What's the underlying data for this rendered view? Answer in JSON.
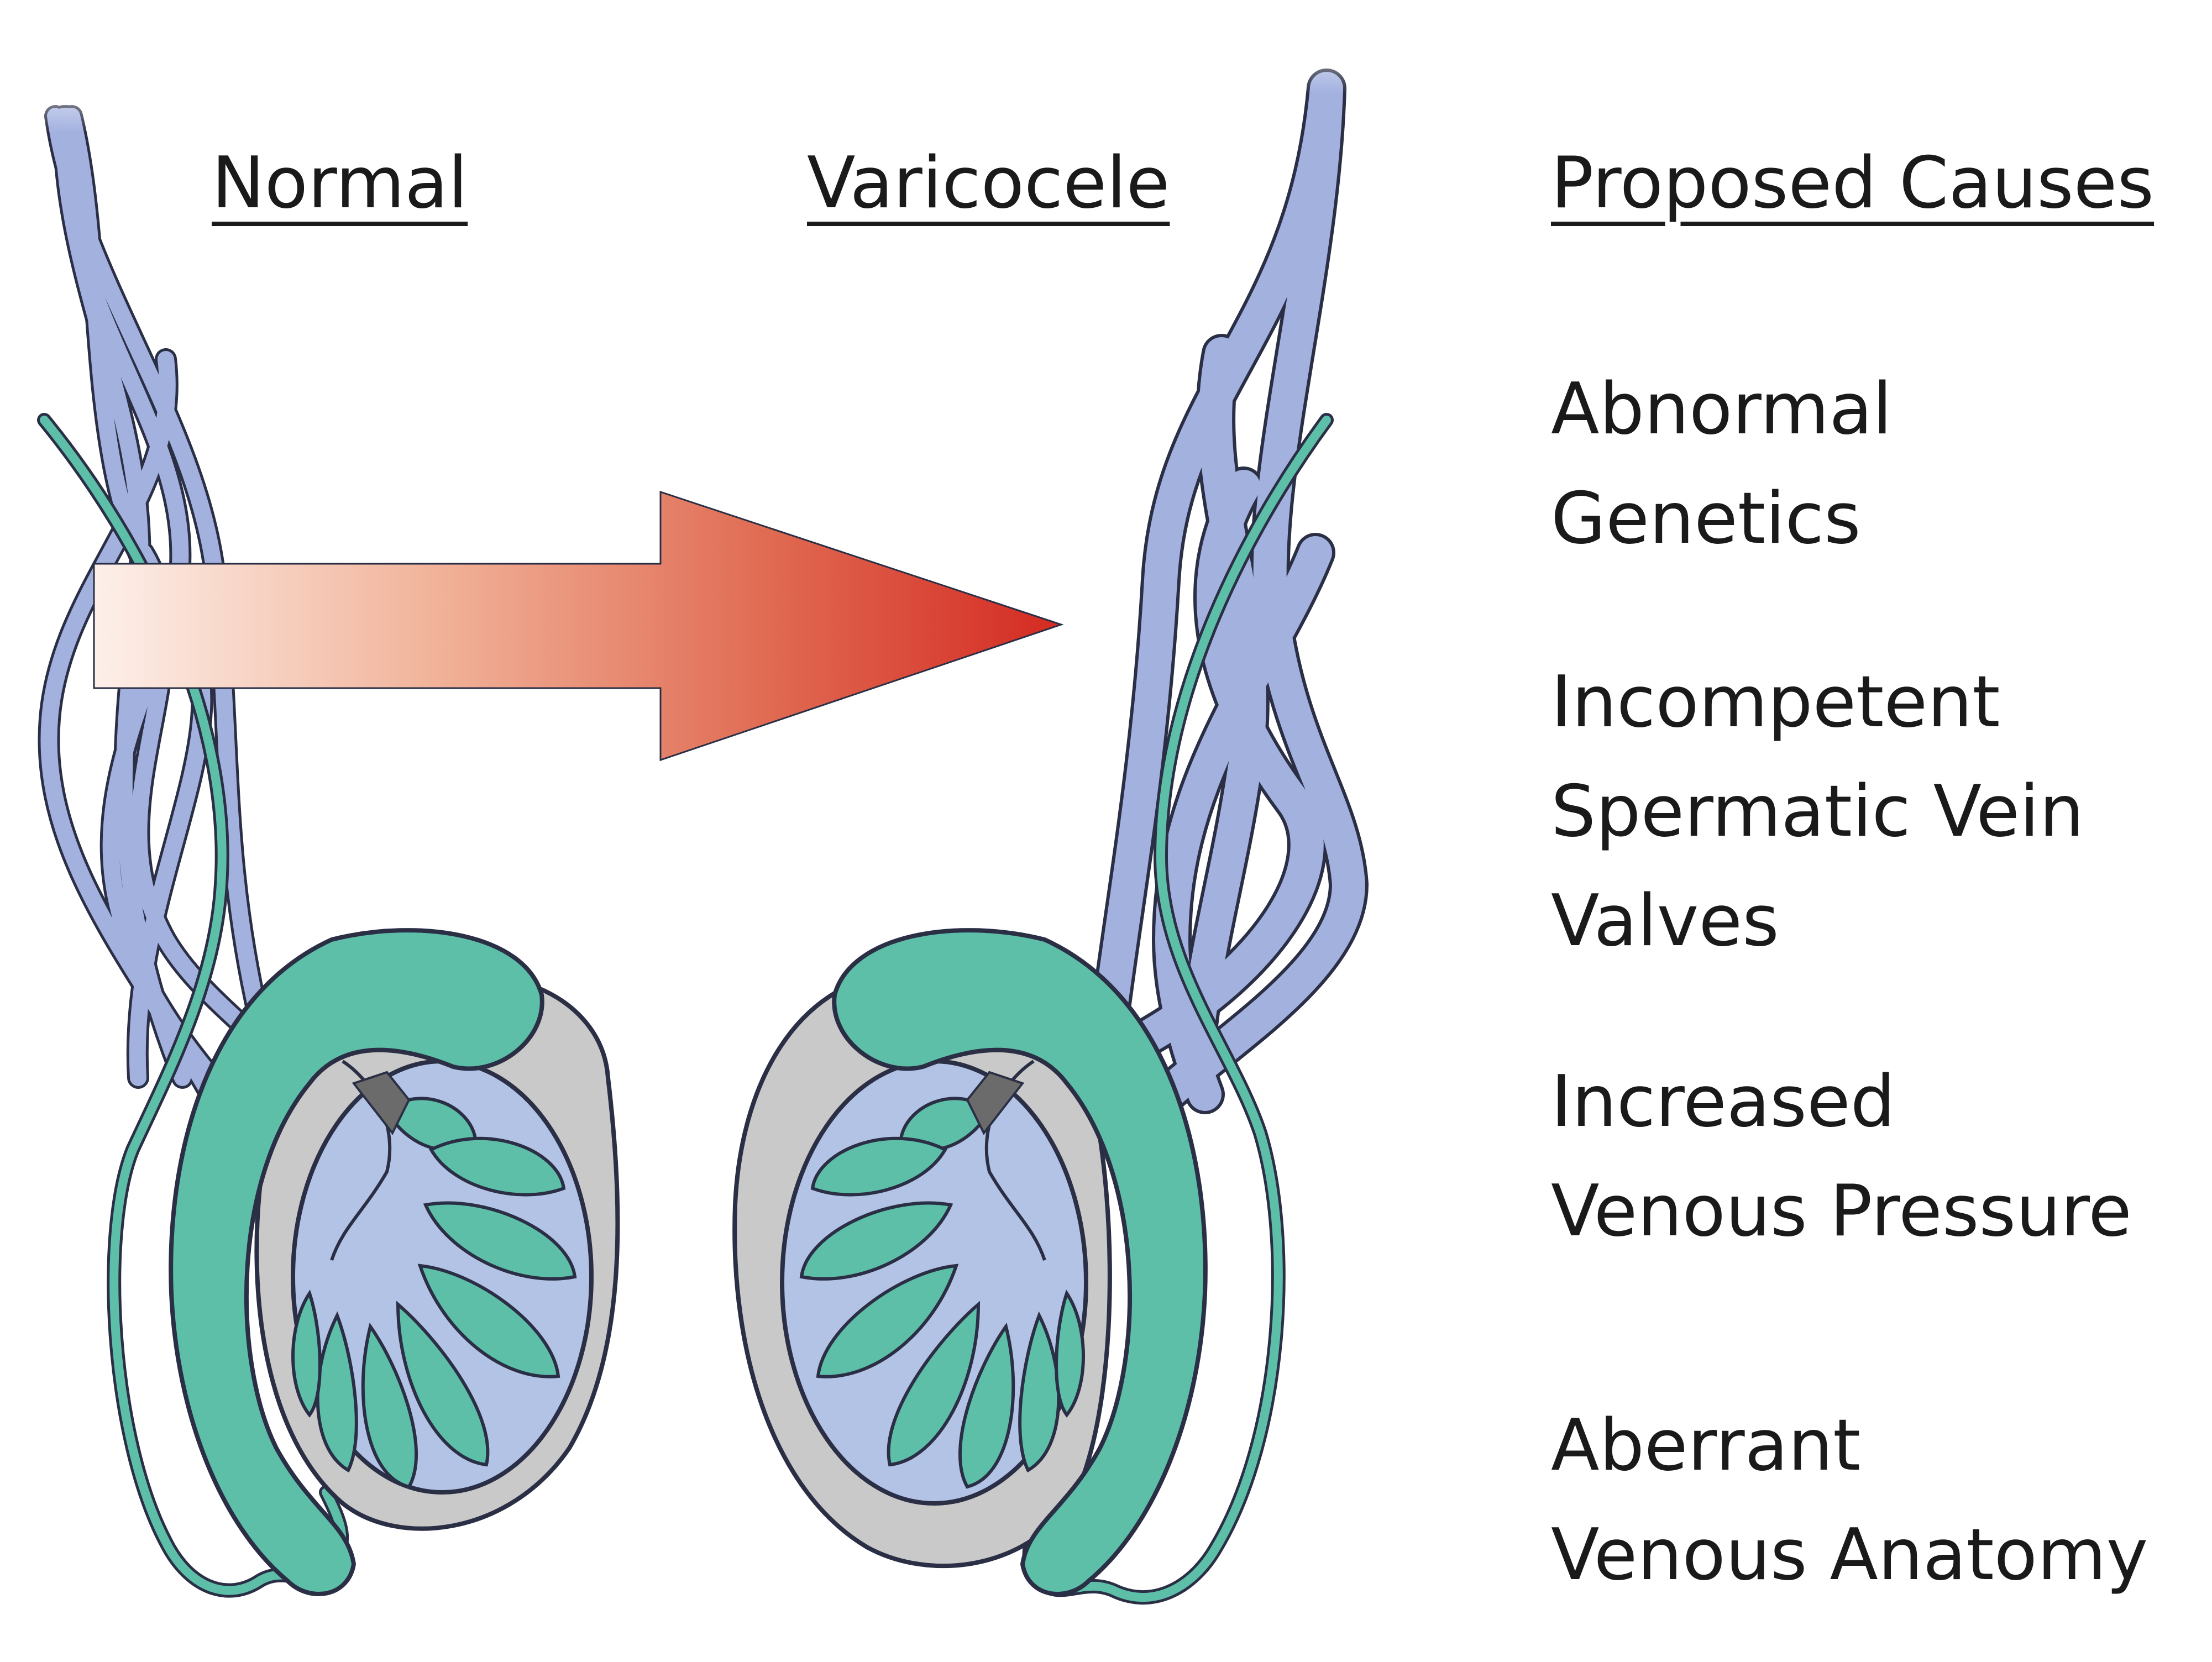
{
  "headings": {
    "normal": "Normal",
    "varicocele": "Varicocele",
    "proposed_causes": "Proposed Causes"
  },
  "causes": [
    {
      "lines": [
        "Abnormal",
        "Genetics"
      ]
    },
    {
      "lines": [
        "Incompetent",
        "Spermatic Vein",
        "Valves"
      ]
    },
    {
      "lines": [
        "Increased",
        "Venous Pressure"
      ]
    },
    {
      "lines": [
        "Aberrant",
        "Venous Anatomy"
      ]
    }
  ],
  "colors": {
    "vein": "#a3b1df",
    "vein_outline": "#2b2f45",
    "testis_green": "#5ebfa9",
    "testis_dark": "#3a9d86",
    "tunica_gray": "#c9c9c9",
    "testis_blue": "#b3c3e6",
    "arrow_start": "#fbe3d9",
    "arrow_end": "#d42a22"
  }
}
